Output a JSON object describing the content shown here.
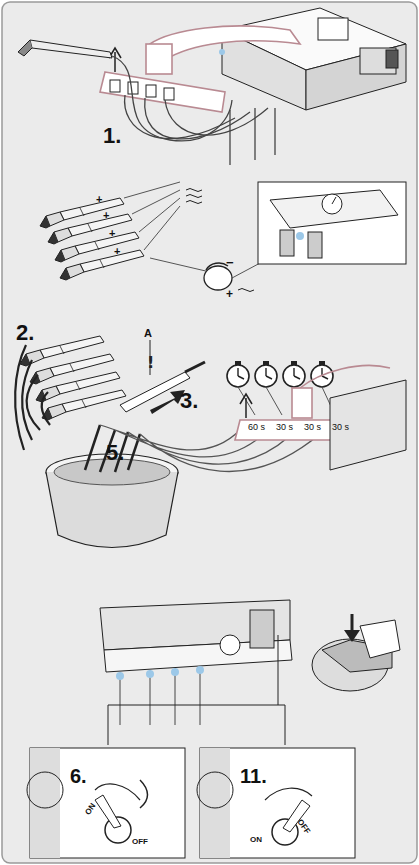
{
  "diagram": {
    "labels": [
      "1.",
      "+",
      "+",
      "+",
      "+",
      "−",
      "+",
      "2.",
      "A",
      "3.",
      "5.",
      "60 s",
      "30 s",
      "30 s",
      "30 s",
      "6.",
      "ON",
      "OFF",
      "11.",
      "ON",
      "OFF"
    ]
  }
}
